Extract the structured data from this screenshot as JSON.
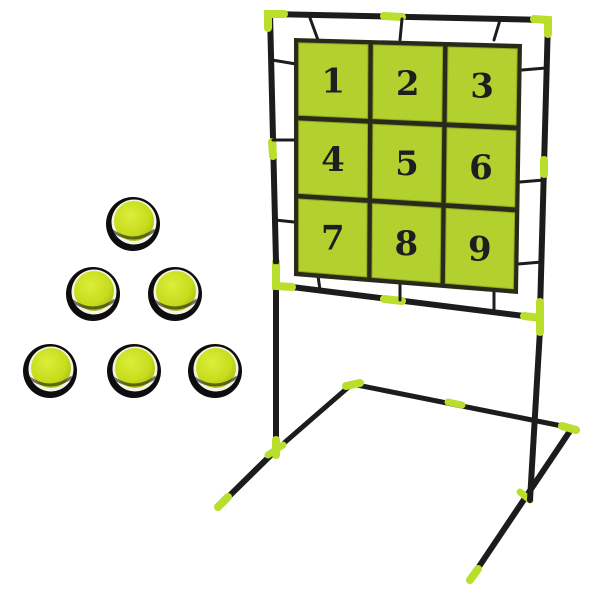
{
  "image": {
    "subject": "pitching-target-net-with-tennis-balls"
  },
  "target_grid": {
    "rows": 3,
    "cols": 3,
    "numbers": [
      "1",
      "2",
      "3",
      "4",
      "5",
      "6",
      "7",
      "8",
      "9"
    ],
    "panel_color": "#b3d12e",
    "panel_border_color": "#2a2a1a"
  },
  "frame": {
    "pipe_color": "#1c1c1c",
    "connector_color": "#b9df2c"
  },
  "balls": {
    "count": 6,
    "arrangement": "pyramid-1-2-3",
    "felt_color": "#c9df1c",
    "rim_color": "#0d0d0d",
    "seam_color": "#f4f4e6"
  }
}
